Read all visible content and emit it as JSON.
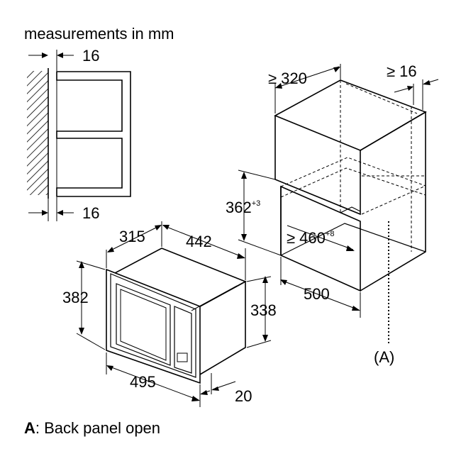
{
  "header": {
    "title": "measurements in mm"
  },
  "side_view": {
    "top_gap": "16",
    "bottom_gap": "16"
  },
  "cabinet": {
    "width": "≥ 320",
    "side_gap": "≥ 16",
    "height": "362",
    "height_tol": "+3",
    "depth_prefix": "≥ 460",
    "depth_tol": "+8",
    "niche_depth": "500",
    "marker": "(A)",
    "marker_letter": "A"
  },
  "microwave": {
    "depth": "315",
    "width_top": "442",
    "height_front": "382",
    "height_side": "338",
    "width_front": "495",
    "frame": "20"
  },
  "footer": {
    "key": "A",
    "note": ": Back panel open"
  }
}
